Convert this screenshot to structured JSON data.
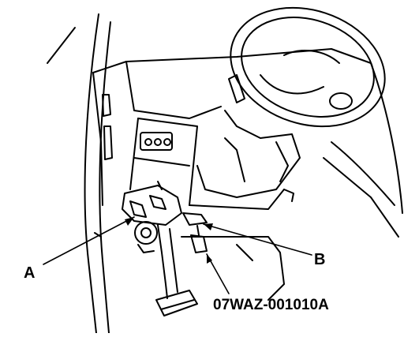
{
  "diagram": {
    "callouts": {
      "a": "A",
      "b": "B",
      "tool": "07WAZ-001010A"
    },
    "line_color": "#000000",
    "background": "#ffffff"
  }
}
